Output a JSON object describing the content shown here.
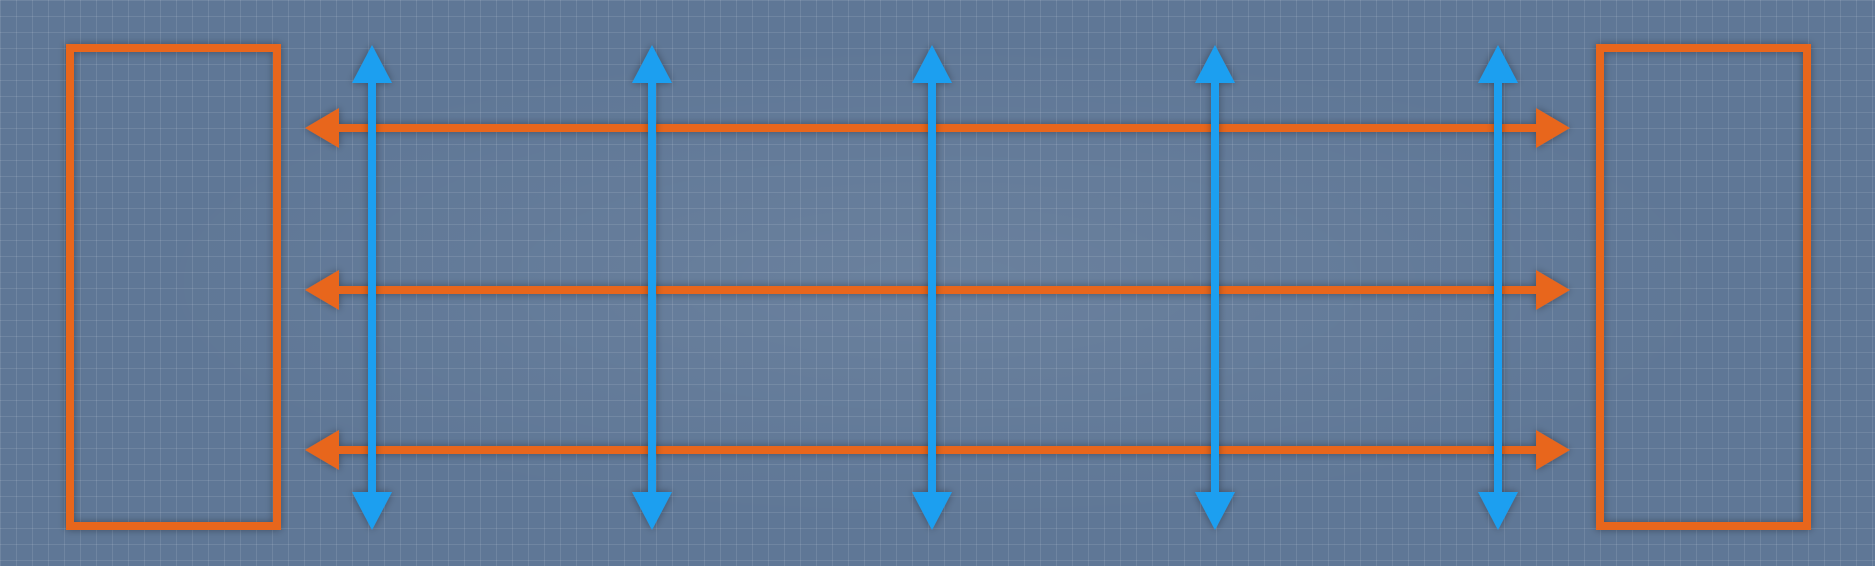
{
  "diagram": {
    "colors": {
      "background": "#5f7796",
      "grid_line": "#7189a6",
      "container": "#e8661f",
      "horizontal_arrow": "#e8661f",
      "vertical_arrow": "#1e9ff0"
    },
    "containers": [
      {
        "id": "left-box"
      },
      {
        "id": "right-box"
      }
    ],
    "horizontal_arrows": [
      {
        "id": "row-1",
        "direction": "bidirectional"
      },
      {
        "id": "row-2",
        "direction": "bidirectional"
      },
      {
        "id": "row-3",
        "direction": "bidirectional"
      }
    ],
    "vertical_arrows": [
      {
        "id": "col-1",
        "direction": "bidirectional"
      },
      {
        "id": "col-2",
        "direction": "bidirectional"
      },
      {
        "id": "col-3",
        "direction": "bidirectional"
      },
      {
        "id": "col-4",
        "direction": "bidirectional"
      },
      {
        "id": "col-5",
        "direction": "bidirectional"
      }
    ]
  }
}
